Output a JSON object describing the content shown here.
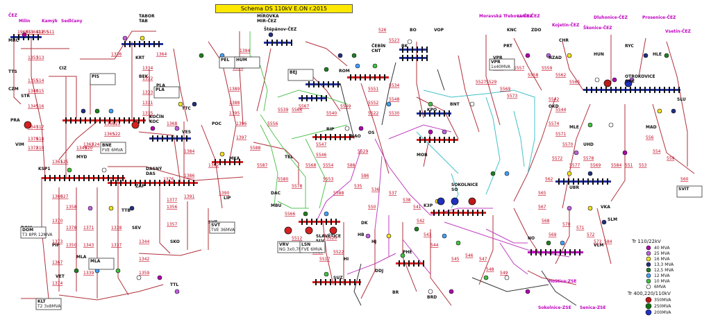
{
  "title": "Schema DS 110kV E.ON  r.2015",
  "colors": {
    "red_line": "#b0303a",
    "green_line": "#55c455",
    "magenta_line": "#c040c0",
    "cyan_line": "#40c0c8",
    "dark_line": "#333333",
    "busbar_red": "#d82020",
    "busbar_blue": "#2030a0",
    "title_bg": "#ffe800"
  },
  "substations": [
    {
      "code": "TABOR",
      "sub": "TAB"
    },
    {
      "code": "MRC",
      "sub": ""
    },
    {
      "code": "TTS",
      "sub": ""
    },
    {
      "code": "CIZ",
      "sub": ""
    },
    {
      "code": "STR",
      "sub": ""
    },
    {
      "code": "CZM",
      "sub": ""
    },
    {
      "code": "PRA",
      "sub": ""
    },
    {
      "code": "VIM",
      "sub": ""
    },
    {
      "code": "KSP1",
      "sub": ""
    },
    {
      "code": "KOČÍN",
      "sub": "KOC"
    },
    {
      "code": "KRT",
      "sub": ""
    },
    {
      "code": "BEK",
      "sub": ""
    },
    {
      "code": "PLA",
      "sub": ""
    },
    {
      "code": "MYD",
      "sub": ""
    },
    {
      "code": "DASNÝ",
      "sub": "DAS"
    },
    {
      "code": "ZAP",
      "sub": ""
    },
    {
      "code": "TTB",
      "sub": ""
    },
    {
      "code": "SEV",
      "sub": ""
    },
    {
      "code": "SKO",
      "sub": ""
    },
    {
      "code": "DOM",
      "sub": ""
    },
    {
      "code": "PIP",
      "sub": ""
    },
    {
      "code": "MLA",
      "sub": ""
    },
    {
      "code": "VET",
      "sub": ""
    },
    {
      "code": "TTL",
      "sub": ""
    },
    {
      "code": "MÍROVKA",
      "sub": "MIR-ČEZ"
    },
    {
      "code": "Štěpánov-ČEZ",
      "sub": ""
    },
    {
      "code": "ČEBÍN",
      "sub": "CNT"
    },
    {
      "code": "TTC",
      "sub": ""
    },
    {
      "code": "VES",
      "sub": ""
    },
    {
      "code": "POC",
      "sub": ""
    },
    {
      "code": "MKA",
      "sub": ""
    },
    {
      "code": "LIP",
      "sub": ""
    },
    {
      "code": "SVT",
      "sub": ""
    },
    {
      "code": "TEL",
      "sub": ""
    },
    {
      "code": "DAC",
      "sub": ""
    },
    {
      "code": "MBU",
      "sub": ""
    },
    {
      "code": "SLAVĚTICE",
      "sub": "SLV"
    },
    {
      "code": "DK",
      "sub": ""
    },
    {
      "code": "RIP",
      "sub": ""
    },
    {
      "code": "OS",
      "sub": ""
    },
    {
      "code": "NAO",
      "sub": ""
    },
    {
      "code": "KPO",
      "sub": ""
    },
    {
      "code": "BNT",
      "sub": ""
    },
    {
      "code": "MOB",
      "sub": ""
    },
    {
      "code": "SOKOLNICE",
      "sub": "SO"
    },
    {
      "code": "K3P",
      "sub": ""
    },
    {
      "code": "HB",
      "sub": ""
    },
    {
      "code": "PHE",
      "sub": ""
    },
    {
      "code": "DDJ",
      "sub": ""
    },
    {
      "code": "SUZ",
      "sub": ""
    },
    {
      "code": "HI",
      "sub": ""
    },
    {
      "code": "BR",
      "sub": ""
    },
    {
      "code": "BRD",
      "sub": ""
    },
    {
      "code": "HJ",
      "sub": ""
    },
    {
      "code": "NO",
      "sub": ""
    },
    {
      "code": "VLM",
      "sub": ""
    },
    {
      "code": "UBR",
      "sub": ""
    },
    {
      "code": "VKA",
      "sub": ""
    },
    {
      "code": "SLM",
      "sub": ""
    },
    {
      "code": "OTROKOVICE",
      "sub": "OKC"
    },
    {
      "code": "HUN",
      "sub": ""
    },
    {
      "code": "RYC",
      "sub": ""
    },
    {
      "code": "HLE",
      "sub": ""
    },
    {
      "code": "ZDO",
      "sub": ""
    },
    {
      "code": "CHR",
      "sub": ""
    },
    {
      "code": "NZAD",
      "sub": ""
    },
    {
      "code": "OKD",
      "sub": ""
    },
    {
      "code": "MLE",
      "sub": ""
    },
    {
      "code": "MAD",
      "sub": ""
    },
    {
      "code": "UHD",
      "sub": ""
    },
    {
      "code": "SLU",
      "sub": ""
    },
    {
      "code": "BO",
      "sub": ""
    },
    {
      "code": "VOP",
      "sub": ""
    },
    {
      "code": "BK",
      "sub": ""
    },
    {
      "code": "VPR",
      "sub": ""
    },
    {
      "code": "ROM",
      "sub": ""
    },
    {
      "code": "KNC",
      "sub": ""
    },
    {
      "code": "PRT",
      "sub": ""
    }
  ],
  "ext_labels": [
    {
      "text": "Lutín-ČEZ"
    },
    {
      "text": "Moravská Třebová-ČEZ"
    },
    {
      "text": "Dluhonice-ČEZ"
    },
    {
      "text": "Prosenice-ČEZ"
    },
    {
      "text": "Kojetín-ČEZ"
    },
    {
      "text": "Škonice-ČEZ"
    },
    {
      "text": "Vsetín-ČEZ"
    },
    {
      "text": "Hoštice-ZSE"
    },
    {
      "text": "Sokolnice-ZSE"
    },
    {
      "text": "Senica-ZSE"
    },
    {
      "text": "ČEZ"
    },
    {
      "text": "Milín"
    },
    {
      "text": "Kamýk"
    },
    {
      "text": "Sedlčany"
    }
  ],
  "line_numbers": [
    "1968",
    "1364",
    "1355",
    "1353",
    "1355",
    "1340",
    "1345",
    "1347",
    "1379",
    "1372",
    "1349",
    "1366",
    "1365",
    "1363",
    "1362",
    "1361",
    "1360",
    "1370",
    "1373",
    "1367",
    "1374",
    "1358",
    "1378",
    "1350",
    "1371",
    "1343",
    "1339",
    "1338",
    "1337",
    "1344",
    "1342",
    "1359",
    "1356",
    "1357",
    "1384",
    "1386",
    "1391",
    "1392",
    "1390",
    "1389",
    "1388",
    "1395",
    "1396",
    "1397",
    "1394",
    "1393",
    "1334",
    "1332",
    "1333",
    "1331",
    "1335",
    "1336",
    "1364",
    "1376",
    "1377",
    "1368",
    "526",
    "5523",
    "5534",
    "5548",
    "5530",
    "5551",
    "5552",
    "5522",
    "5529",
    "5588",
    "5553",
    "5554",
    "5546",
    "5547",
    "5540",
    "5549",
    "5539",
    "5566",
    "5567",
    "5568",
    "5578",
    "5580",
    "5587",
    "5588",
    "5556",
    "5566",
    "5512",
    "5511",
    "5513",
    "5517",
    "5520",
    "5522",
    "5527",
    "5529",
    "5589",
    "5569",
    "5573",
    "5557",
    "5558",
    "5559",
    "5562",
    "5565",
    "5542",
    "5544",
    "5574",
    "5571",
    "5570",
    "5572",
    "5577",
    "5578",
    "5569",
    "5584",
    "551",
    "553",
    "554",
    "556",
    "559",
    "560",
    "562",
    "565",
    "567",
    "568",
    "569",
    "570",
    "571",
    "572",
    "573",
    "584",
    "586",
    "588",
    "535",
    "536",
    "537",
    "538",
    "541",
    "542",
    "543",
    "544",
    "545",
    "546",
    "547",
    "548",
    "549",
    "550",
    "551",
    "512",
    "511",
    "513",
    "514",
    "515",
    "516",
    "517",
    "518",
    "519",
    "520",
    "521",
    "522",
    "523",
    "524",
    "525",
    "527"
  ],
  "legend": {
    "header1": "Tr 110/22kV",
    "items1": [
      {
        "label": "40 MVA",
        "color": "#b000b0"
      },
      {
        "label": "25 MVA",
        "color": "#c060e0"
      },
      {
        "label": "16 MVA",
        "color": "#f0e020"
      },
      {
        "label": "13,3 MVA",
        "color": "#203080"
      },
      {
        "label": "12,5 MVA",
        "color": "#208020"
      },
      {
        "label": "12 MVA",
        "color": "#40a0ff"
      },
      {
        "label": "10 MVA",
        "color": "#40c040"
      },
      {
        "label": "6MVA",
        "color": "#ffffff"
      }
    ],
    "header2": "Tr 400,220/110kV",
    "items2": [
      {
        "label": "350MVA",
        "color": "#c01818"
      },
      {
        "label": "250MVA",
        "color": "#107010"
      },
      {
        "label": "200MVA",
        "color": "#2030c0"
      }
    ]
  },
  "boxes": [
    {
      "title": "DOM",
      "sub": "T3 8PR 12MVA"
    },
    {
      "title": "SVT",
      "sub": "TVE 36MVA"
    },
    {
      "title": "VRV",
      "sub": "NG 3x0,7MVA"
    },
    {
      "title": "LSN",
      "sub": "FVE 6MVA"
    },
    {
      "title": "KLT",
      "sub": "T2 3x8MVA"
    },
    {
      "title": "BNE",
      "sub": "FVE 6MVA"
    },
    {
      "title": "PIS",
      "sub": ""
    },
    {
      "title": "PLA",
      "sub": ""
    },
    {
      "title": "PEL",
      "sub": ""
    },
    {
      "title": "HUM",
      "sub": ""
    },
    {
      "title": "BEJ",
      "sub": ""
    },
    {
      "title": "VPR",
      "sub": "1x40MVA"
    },
    {
      "title": "MLA",
      "sub": ""
    },
    {
      "title": "SVIT",
      "sub": ""
    }
  ]
}
